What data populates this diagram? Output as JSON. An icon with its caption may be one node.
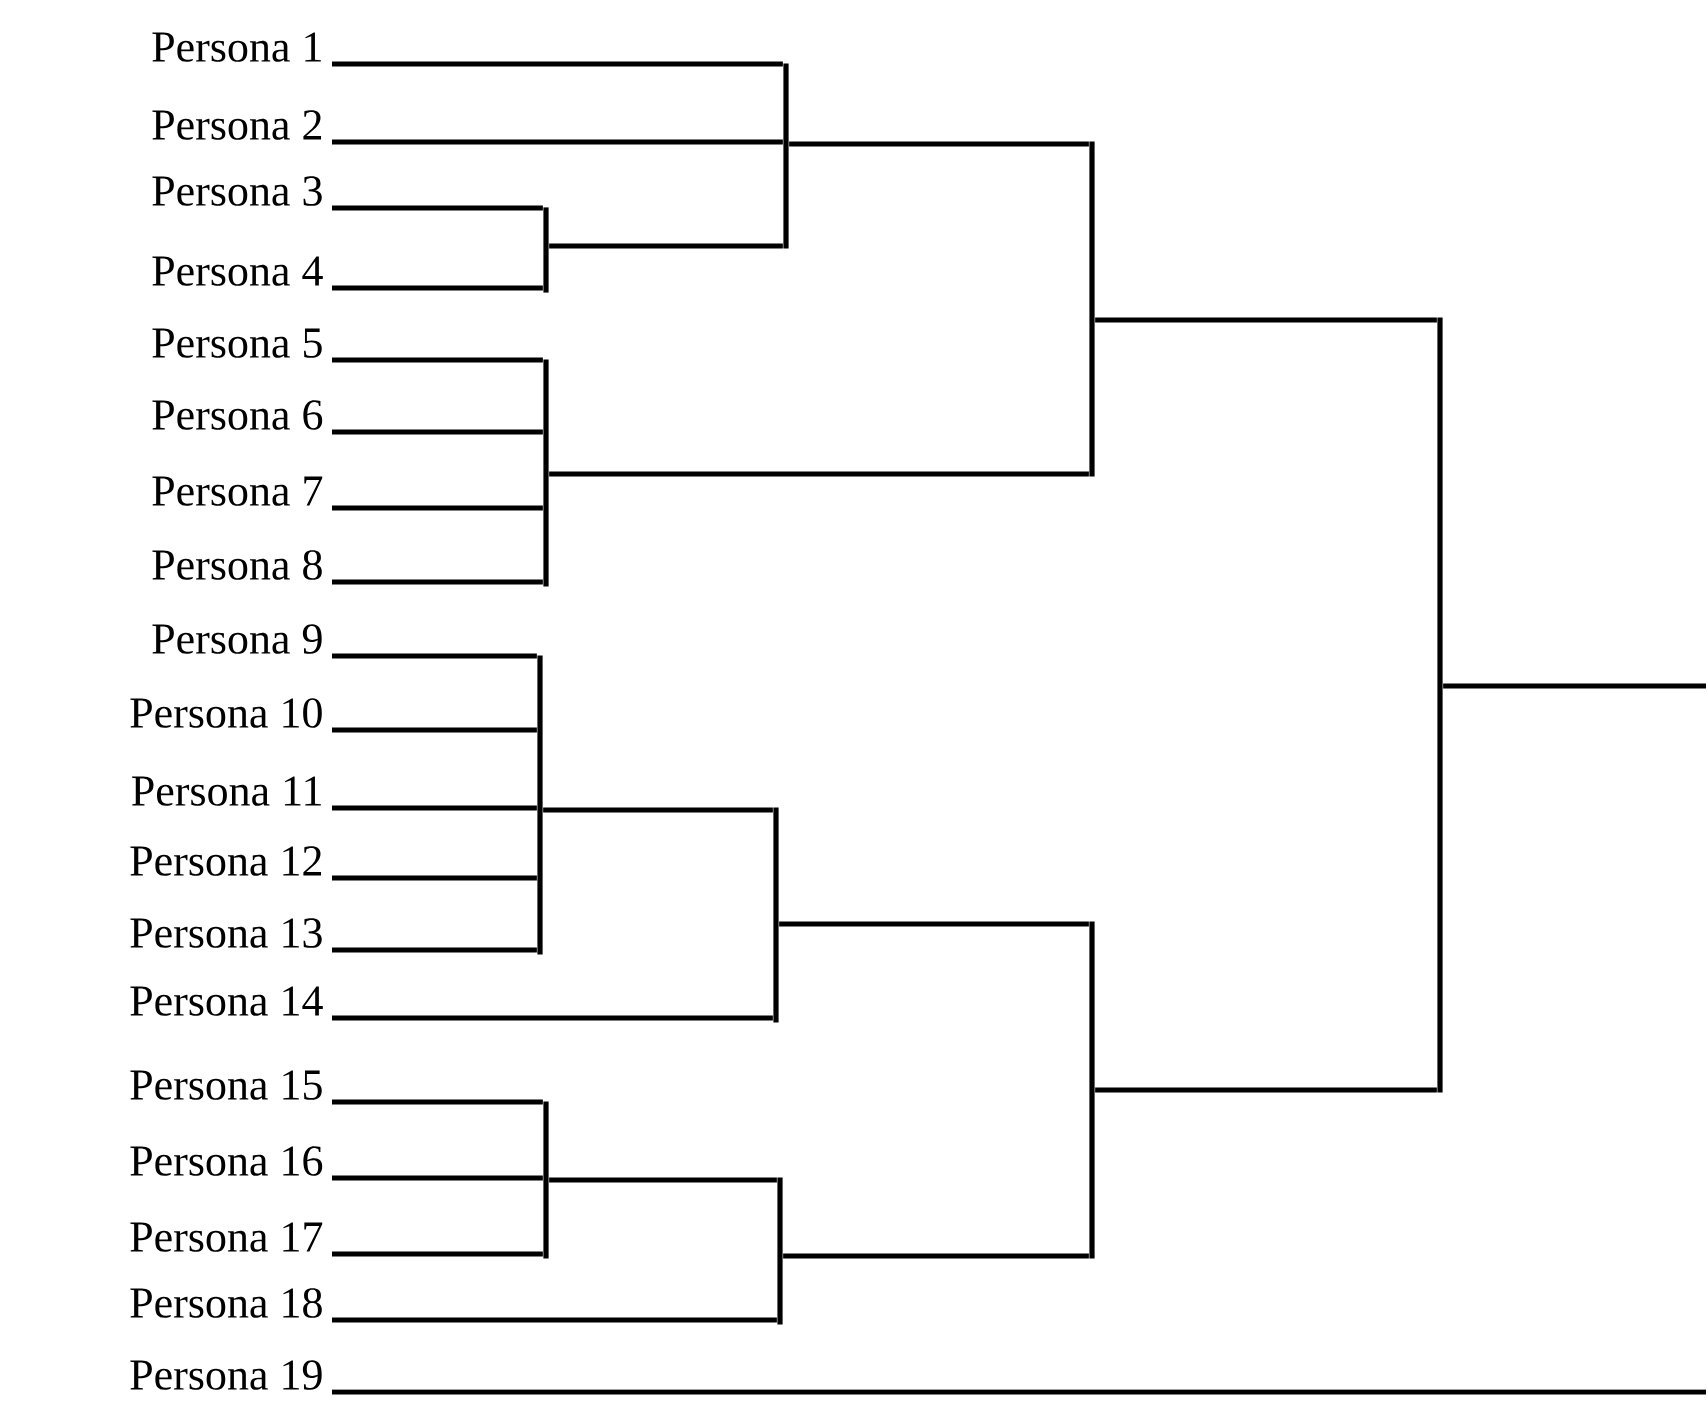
{
  "diagram": {
    "nodes": [
      {
        "text": [
          "Persona 1"
        ]
      },
      {
        "text": [
          "Persona 2"
        ]
      },
      {
        "text": [
          "Persona 3"
        ]
      },
      {
        "text": [
          "Persona 4"
        ]
      },
      {
        "text": [
          "Persona 5"
        ]
      },
      {
        "text": [
          "Persona 6"
        ]
      },
      {
        "text": [
          "Persona 7"
        ]
      },
      {
        "text": [
          "Persona 8"
        ]
      },
      {
        "text": [
          "Persona 9"
        ]
      },
      {
        "text": [
          "Persona 10"
        ]
      },
      {
        "text": [
          "Persona 11"
        ]
      },
      {
        "text": [
          "Persona 12"
        ]
      },
      {
        "text": [
          "Persona 13"
        ]
      },
      {
        "text": [
          "Persona 14"
        ]
      },
      {
        "text": [
          "Persona 15"
        ]
      },
      {
        "text": [
          "Persona 16"
        ]
      },
      {
        "text": [
          "Persona 17"
        ]
      },
      {
        "text": [
          "Persona 18"
        ]
      },
      {
        "text": [
          "Persona 19"
        ]
      },
      {
        "text": [],
        "shape": "bar"
      },
      {
        "text": [],
        "shape": "bar"
      },
      {
        "text": [],
        "shape": "bar"
      },
      {
        "text": [],
        "shape": "bar"
      },
      {
        "text": [],
        "shape": "bar"
      },
      {
        "text": [],
        "shape": "bar"
      },
      {
        "text": [],
        "shape": "bar"
      },
      {
        "text": [],
        "shape": "bar"
      },
      {
        "text": [],
        "shape": "bar"
      },
      {
        "text": [],
        "shape": "bar"
      }
    ],
    "edges": [
      {
        "from": 0,
        "to": 19,
        "arrow": "none"
      },
      {
        "from": 1,
        "to": 19,
        "arrow": "none"
      },
      {
        "from": 2,
        "to": 20,
        "arrow": "none"
      },
      {
        "from": 3,
        "to": 20,
        "arrow": "none"
      },
      {
        "from": 20,
        "to": 19,
        "arrow": "none"
      },
      {
        "from": 19,
        "to": 21,
        "arrow": "none"
      },
      {
        "from": 4,
        "to": 22,
        "arrow": "none"
      },
      {
        "from": 5,
        "to": 22,
        "arrow": "none"
      },
      {
        "from": 6,
        "to": 22,
        "arrow": "none"
      },
      {
        "from": 7,
        "to": 22,
        "arrow": "none"
      },
      {
        "from": 22,
        "to": 21,
        "arrow": "none"
      },
      {
        "from": 21,
        "to": 23,
        "arrow": "none"
      },
      {
        "from": 8,
        "to": 24,
        "arrow": "none"
      },
      {
        "from": 9,
        "to": 24,
        "arrow": "none"
      },
      {
        "from": 10,
        "to": 24,
        "arrow": "none"
      },
      {
        "from": 11,
        "to": 24,
        "arrow": "none"
      },
      {
        "from": 12,
        "to": 24,
        "arrow": "none"
      },
      {
        "from": 24,
        "to": 25,
        "arrow": "none"
      },
      {
        "from": 13,
        "to": 25,
        "arrow": "none"
      },
      {
        "from": 25,
        "to": 26,
        "arrow": "none"
      },
      {
        "from": 14,
        "to": 27,
        "arrow": "none"
      },
      {
        "from": 15,
        "to": 27,
        "arrow": "none"
      },
      {
        "from": 16,
        "to": 27,
        "arrow": "none"
      },
      {
        "from": 27,
        "to": 28,
        "arrow": "none"
      },
      {
        "from": 17,
        "to": 28,
        "arrow": "none"
      },
      {
        "from": 28,
        "to": 26,
        "arrow": "none"
      },
      {
        "from": 26,
        "to": 23,
        "arrow": "none"
      },
      {
        "from": 23,
        "to": null,
        "arrow": "none"
      },
      {
        "from": 18,
        "to": null,
        "arrow": "none"
      }
    ]
  }
}
